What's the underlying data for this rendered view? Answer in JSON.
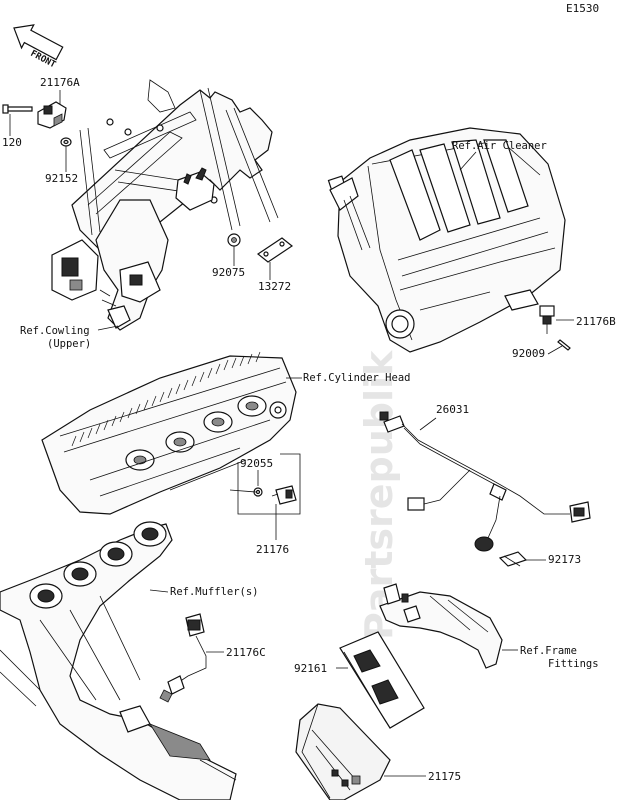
{
  "diagram_code": "E1530",
  "front_arrow_text": "FRONT",
  "watermark": "Partsrepublik",
  "labels": {
    "l21176a": "21176A",
    "l120": "120",
    "l92152": "92152",
    "l92075": "92075",
    "l13272": "13272",
    "l21176b": "21176B",
    "l92009": "92009",
    "l26031": "26031",
    "l92055": "92055",
    "l21176": "21176",
    "l92173": "92173",
    "l21176c": "21176C",
    "l92161": "92161",
    "l21175": "21175"
  },
  "refs": {
    "air_cleaner": "Ref.Air Cleaner",
    "cowling_1": "Ref.Cowling",
    "cowling_2": "(Upper)",
    "cyl_head": "Ref.Cylinder Head",
    "muffler": "Ref.Muffler(s)",
    "frame_1": "Ref.Frame",
    "frame_2": "Fittings"
  }
}
